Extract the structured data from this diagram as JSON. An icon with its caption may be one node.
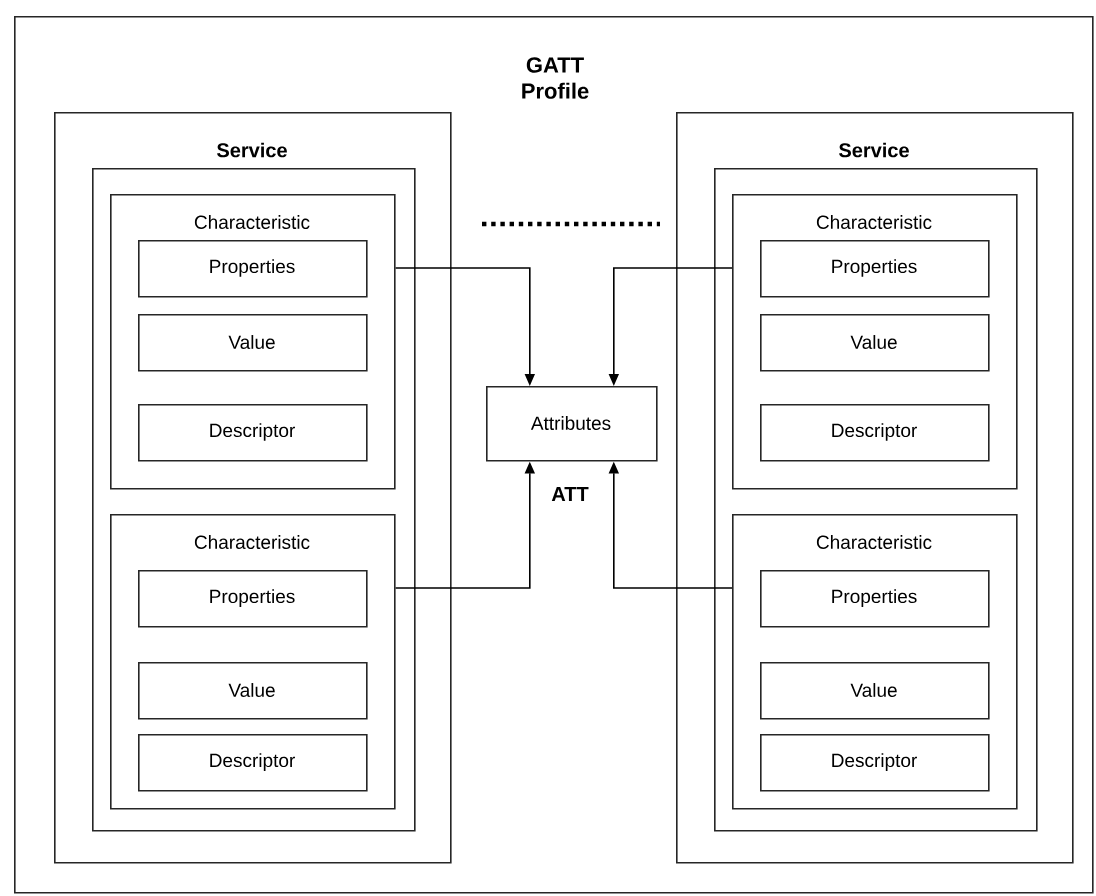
{
  "diagram": {
    "nodes": [
      {
        "text": [
          "GATT Profile"
        ]
      },
      {
        "text": [
          "Service"
        ],
        "in": 0
      },
      {
        "text": [],
        "shape": "box",
        "in": 1
      },
      {
        "text": [
          "Characteristic"
        ],
        "in": 2
      },
      {
        "text": [
          "Properties"
        ],
        "in": 3
      },
      {
        "text": [
          "Value"
        ],
        "in": 3
      },
      {
        "text": [
          "Descriptor"
        ],
        "in": 3
      },
      {
        "text": [
          "Characteristic"
        ],
        "in": 2
      },
      {
        "text": [
          "Properties"
        ],
        "in": 7
      },
      {
        "text": [
          "Value"
        ],
        "in": 7
      },
      {
        "text": [
          "Descriptor"
        ],
        "in": 7
      },
      {
        "text": [
          "Attributes"
        ],
        "in": 0
      },
      {
        "text": [
          "Service"
        ],
        "in": 0
      },
      {
        "text": [],
        "shape": "box",
        "in": 12
      },
      {
        "text": [
          "Characteristic"
        ],
        "in": 13
      },
      {
        "text": [
          "Properties"
        ],
        "in": 14
      },
      {
        "text": [
          "Value"
        ],
        "in": 14
      },
      {
        "text": [
          "Descriptor"
        ],
        "in": 14
      },
      {
        "text": [
          "Characteristic"
        ],
        "in": 13
      },
      {
        "text": [
          "Properties"
        ],
        "in": 18
      },
      {
        "text": [
          "Value"
        ],
        "in": 18
      },
      {
        "text": [
          "Descriptor"
        ],
        "in": 18
      }
    ],
    "edges": [
      {
        "from": 3,
        "to": 11,
        "arrow": "to"
      },
      {
        "from": 14,
        "to": 11,
        "arrow": "to"
      },
      {
        "from": 7,
        "to": 11,
        "arrow": "to"
      },
      {
        "from": 18,
        "to": 11,
        "arrow": "to"
      }
    ],
    "labels": [
      "ATT"
    ]
  }
}
